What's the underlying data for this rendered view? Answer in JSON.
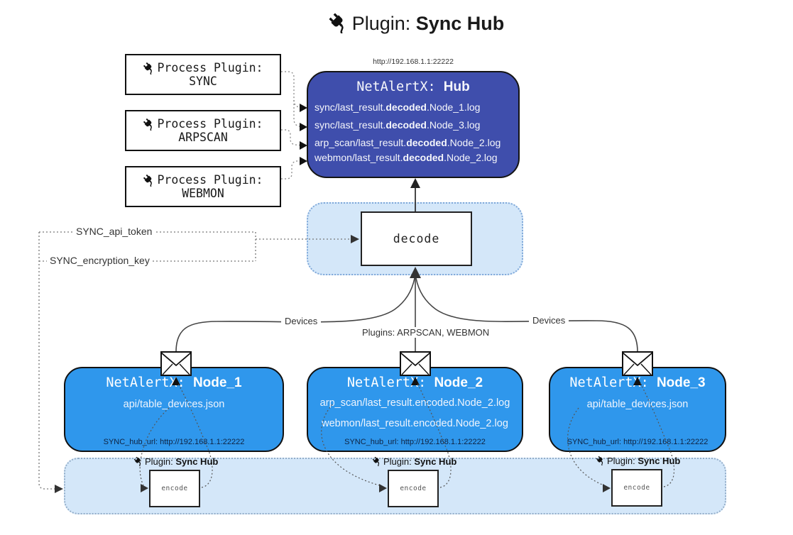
{
  "title": {
    "icon": "plug-icon",
    "prefix": "Plugin: ",
    "name": "Sync Hub"
  },
  "process_plugins": [
    {
      "icon": "plug-icon",
      "label": "Process Plugin:",
      "name": "SYNC"
    },
    {
      "icon": "plug-icon",
      "label": "Process Plugin:",
      "name": "ARPSCAN"
    },
    {
      "icon": "plug-icon",
      "label": "Process Plugin:",
      "name": "WEBMON"
    }
  ],
  "hub": {
    "url": "http://192.168.1.1:22222",
    "title_prefix": "NetAlertX: ",
    "title_name": "Hub",
    "logs": [
      {
        "pre": "sync/last_result.",
        "mid": "decoded",
        "post": ".Node_1.log"
      },
      {
        "pre": "sync/last_result.",
        "mid": "decoded",
        "post": ".Node_3.log"
      },
      {
        "pre": "arp_scan/last_result.",
        "mid": "decoded",
        "post": ".Node_2.log"
      },
      {
        "pre": "webmon/last_result.",
        "mid": "decoded",
        "post": ".Node_2.log"
      }
    ]
  },
  "decode_panel": {
    "label": "decode"
  },
  "secrets": {
    "api_token": "SYNC_api_token",
    "encryption_key": "SYNC_encryption_key"
  },
  "edge_labels": {
    "devices_left": "Devices",
    "plugins_center": "Plugins: ARPSCAN, WEBMON",
    "devices_right": "Devices"
  },
  "nodes": [
    {
      "title_prefix": "NetAlertX: ",
      "title_name": "Node_1",
      "lines": [
        "api/table_devices.json"
      ],
      "hub_url": "SYNC_hub_url: http://192.168.1.1:22222"
    },
    {
      "title_prefix": "NetAlertX: ",
      "title_name": "Node_2",
      "lines": [
        "arp_scan/last_result.encoded.Node_2.log",
        "webmon/last_result.encoded.Node_2.log"
      ],
      "hub_url": "SYNC_hub_url: http://192.168.1.1:22222"
    },
    {
      "title_prefix": "NetAlertX: ",
      "title_name": "Node_3",
      "lines": [
        "api/table_devices.json"
      ],
      "hub_url": "SYNC_hub_url: http://192.168.1.1:22222"
    }
  ],
  "encoders": [
    {
      "plugin_prefix": "Plugin: ",
      "plugin_name": "Sync Hub",
      "label": "encode"
    },
    {
      "plugin_prefix": "Plugin: ",
      "plugin_name": "Sync Hub",
      "label": "encode"
    },
    {
      "plugin_prefix": "Plugin: ",
      "plugin_name": "Sync Hub",
      "label": "encode"
    }
  ],
  "colors": {
    "hub_fill": "#3F4EAC",
    "node_fill": "#2F97EC",
    "panel_fill": "#D4E7F9",
    "border": "#111111"
  }
}
